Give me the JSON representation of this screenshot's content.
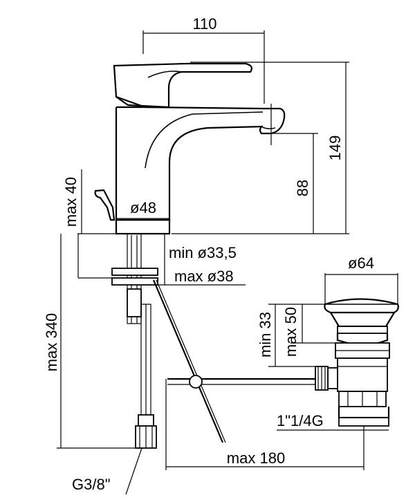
{
  "dimensions": {
    "width_top": "110",
    "height_total": "149",
    "spout_height": "88",
    "base_diameter": "ø48",
    "lever_clearance": "max 40",
    "hole_min": "min ø33,5",
    "hole_max": "max ø38",
    "hose_length": "max 340",
    "hose_thread": "G3/8\"",
    "drain_diameter": "ø64",
    "drain_min": "min 33",
    "drain_max": "max 50",
    "drain_thread": "1\"1/4G",
    "drain_rod": "max 180"
  }
}
